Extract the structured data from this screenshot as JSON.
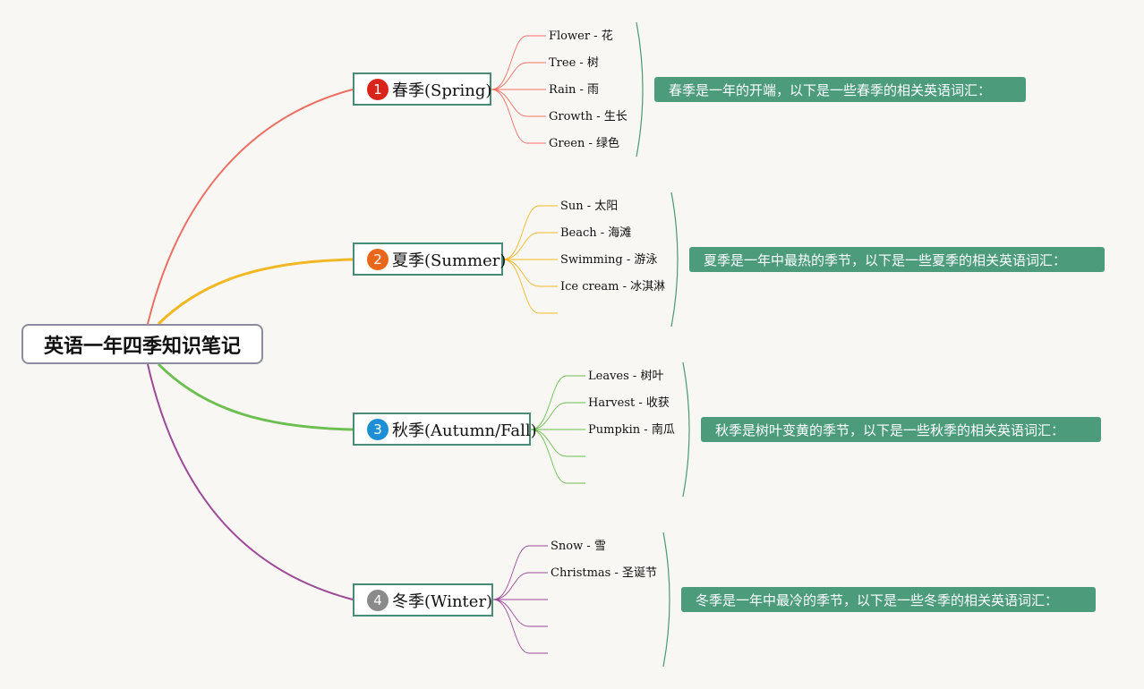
{
  "root": {
    "title": "英语一年四季知识笔记"
  },
  "seasons": [
    {
      "number": "1",
      "label": "春季(Spring)",
      "badge_color": "#d9241c",
      "branch_color": "#ec7062",
      "items": [
        "Flower - 花",
        "Tree - 树",
        "Rain - 雨",
        "Growth - 生长",
        "Green - 绿色"
      ],
      "note": "春季是一年的开端，以下是一些春季的相关英语词汇："
    },
    {
      "number": "2",
      "label": "夏季(Summer)",
      "badge_color": "#e8671a",
      "branch_color": "#f2b824",
      "items": [
        "Sun - 太阳",
        "Beach - 海滩",
        "Swimming - 游泳",
        "Ice cream - 冰淇淋",
        ""
      ],
      "note": "夏季是一年中最热的季节，以下是一些夏季的相关英语词汇："
    },
    {
      "number": "3",
      "label": "秋季(Autumn/Fall)",
      "badge_color": "#1e8fd4",
      "branch_color": "#6cbf50",
      "items": [
        "Leaves - 树叶",
        "Harvest - 收获",
        "Pumpkin - 南瓜",
        "",
        ""
      ],
      "note": "秋季是树叶变黄的季节，以下是一些秋季的相关英语词汇："
    },
    {
      "number": "4",
      "label": "冬季(Winter)",
      "badge_color": "#8a8a8a",
      "branch_color": "#9c4a98",
      "items": [
        "Snow - 雪",
        "Christmas - 圣诞节",
        "",
        "",
        ""
      ],
      "note": "冬季是一年中最冷的季节，以下是一些冬季的相关英语词汇："
    }
  ],
  "colors": {
    "topic_border": "#4a8c78",
    "note_bg": "#4c9c7c",
    "bracket": "#4a9a70"
  }
}
